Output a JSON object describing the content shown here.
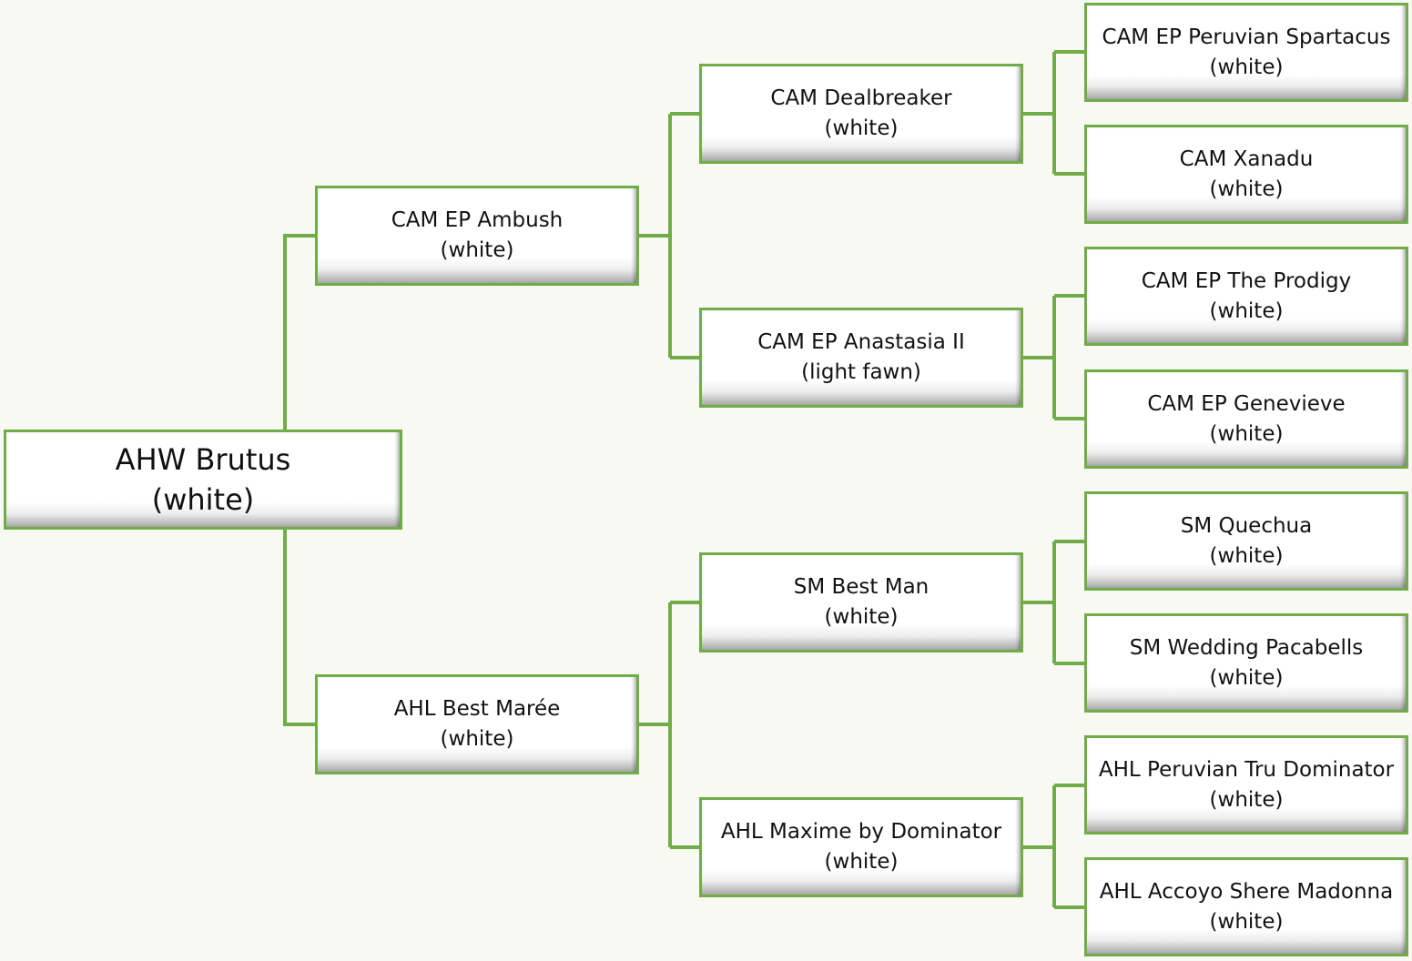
{
  "accent_color": "#70ad47",
  "subject": {
    "name": "AHW Brutus",
    "color": "(white)"
  },
  "sire": {
    "name": "CAM EP Ambush",
    "color": "(white)",
    "sire": {
      "name": "CAM Dealbreaker",
      "color": "(white)",
      "sire": {
        "name": "CAM EP Peruvian Spartacus",
        "color": "(white)"
      },
      "dam": {
        "name": "CAM Xanadu",
        "color": "(white)"
      }
    },
    "dam": {
      "name": "CAM EP Anastasia II",
      "color": "(light fawn)",
      "sire": {
        "name": "CAM EP The Prodigy",
        "color": "(white)"
      },
      "dam": {
        "name": "CAM EP Genevieve",
        "color": "(white)"
      }
    }
  },
  "dam": {
    "name": "AHL Best Marée",
    "color": "(white)",
    "sire": {
      "name": "SM Best Man",
      "color": "(white)",
      "sire": {
        "name": "SM Quechua",
        "color": "(white)"
      },
      "dam": {
        "name": "SM Wedding Pacabells",
        "color": "(white)"
      }
    },
    "dam": {
      "name": "AHL Maxime by Dominator",
      "color": "(white)",
      "sire": {
        "name": "AHL Peruvian Tru Dominator",
        "color": "(white)"
      },
      "dam": {
        "name": "AHL Accoyo Shere Madonna",
        "color": "(white)"
      }
    }
  }
}
